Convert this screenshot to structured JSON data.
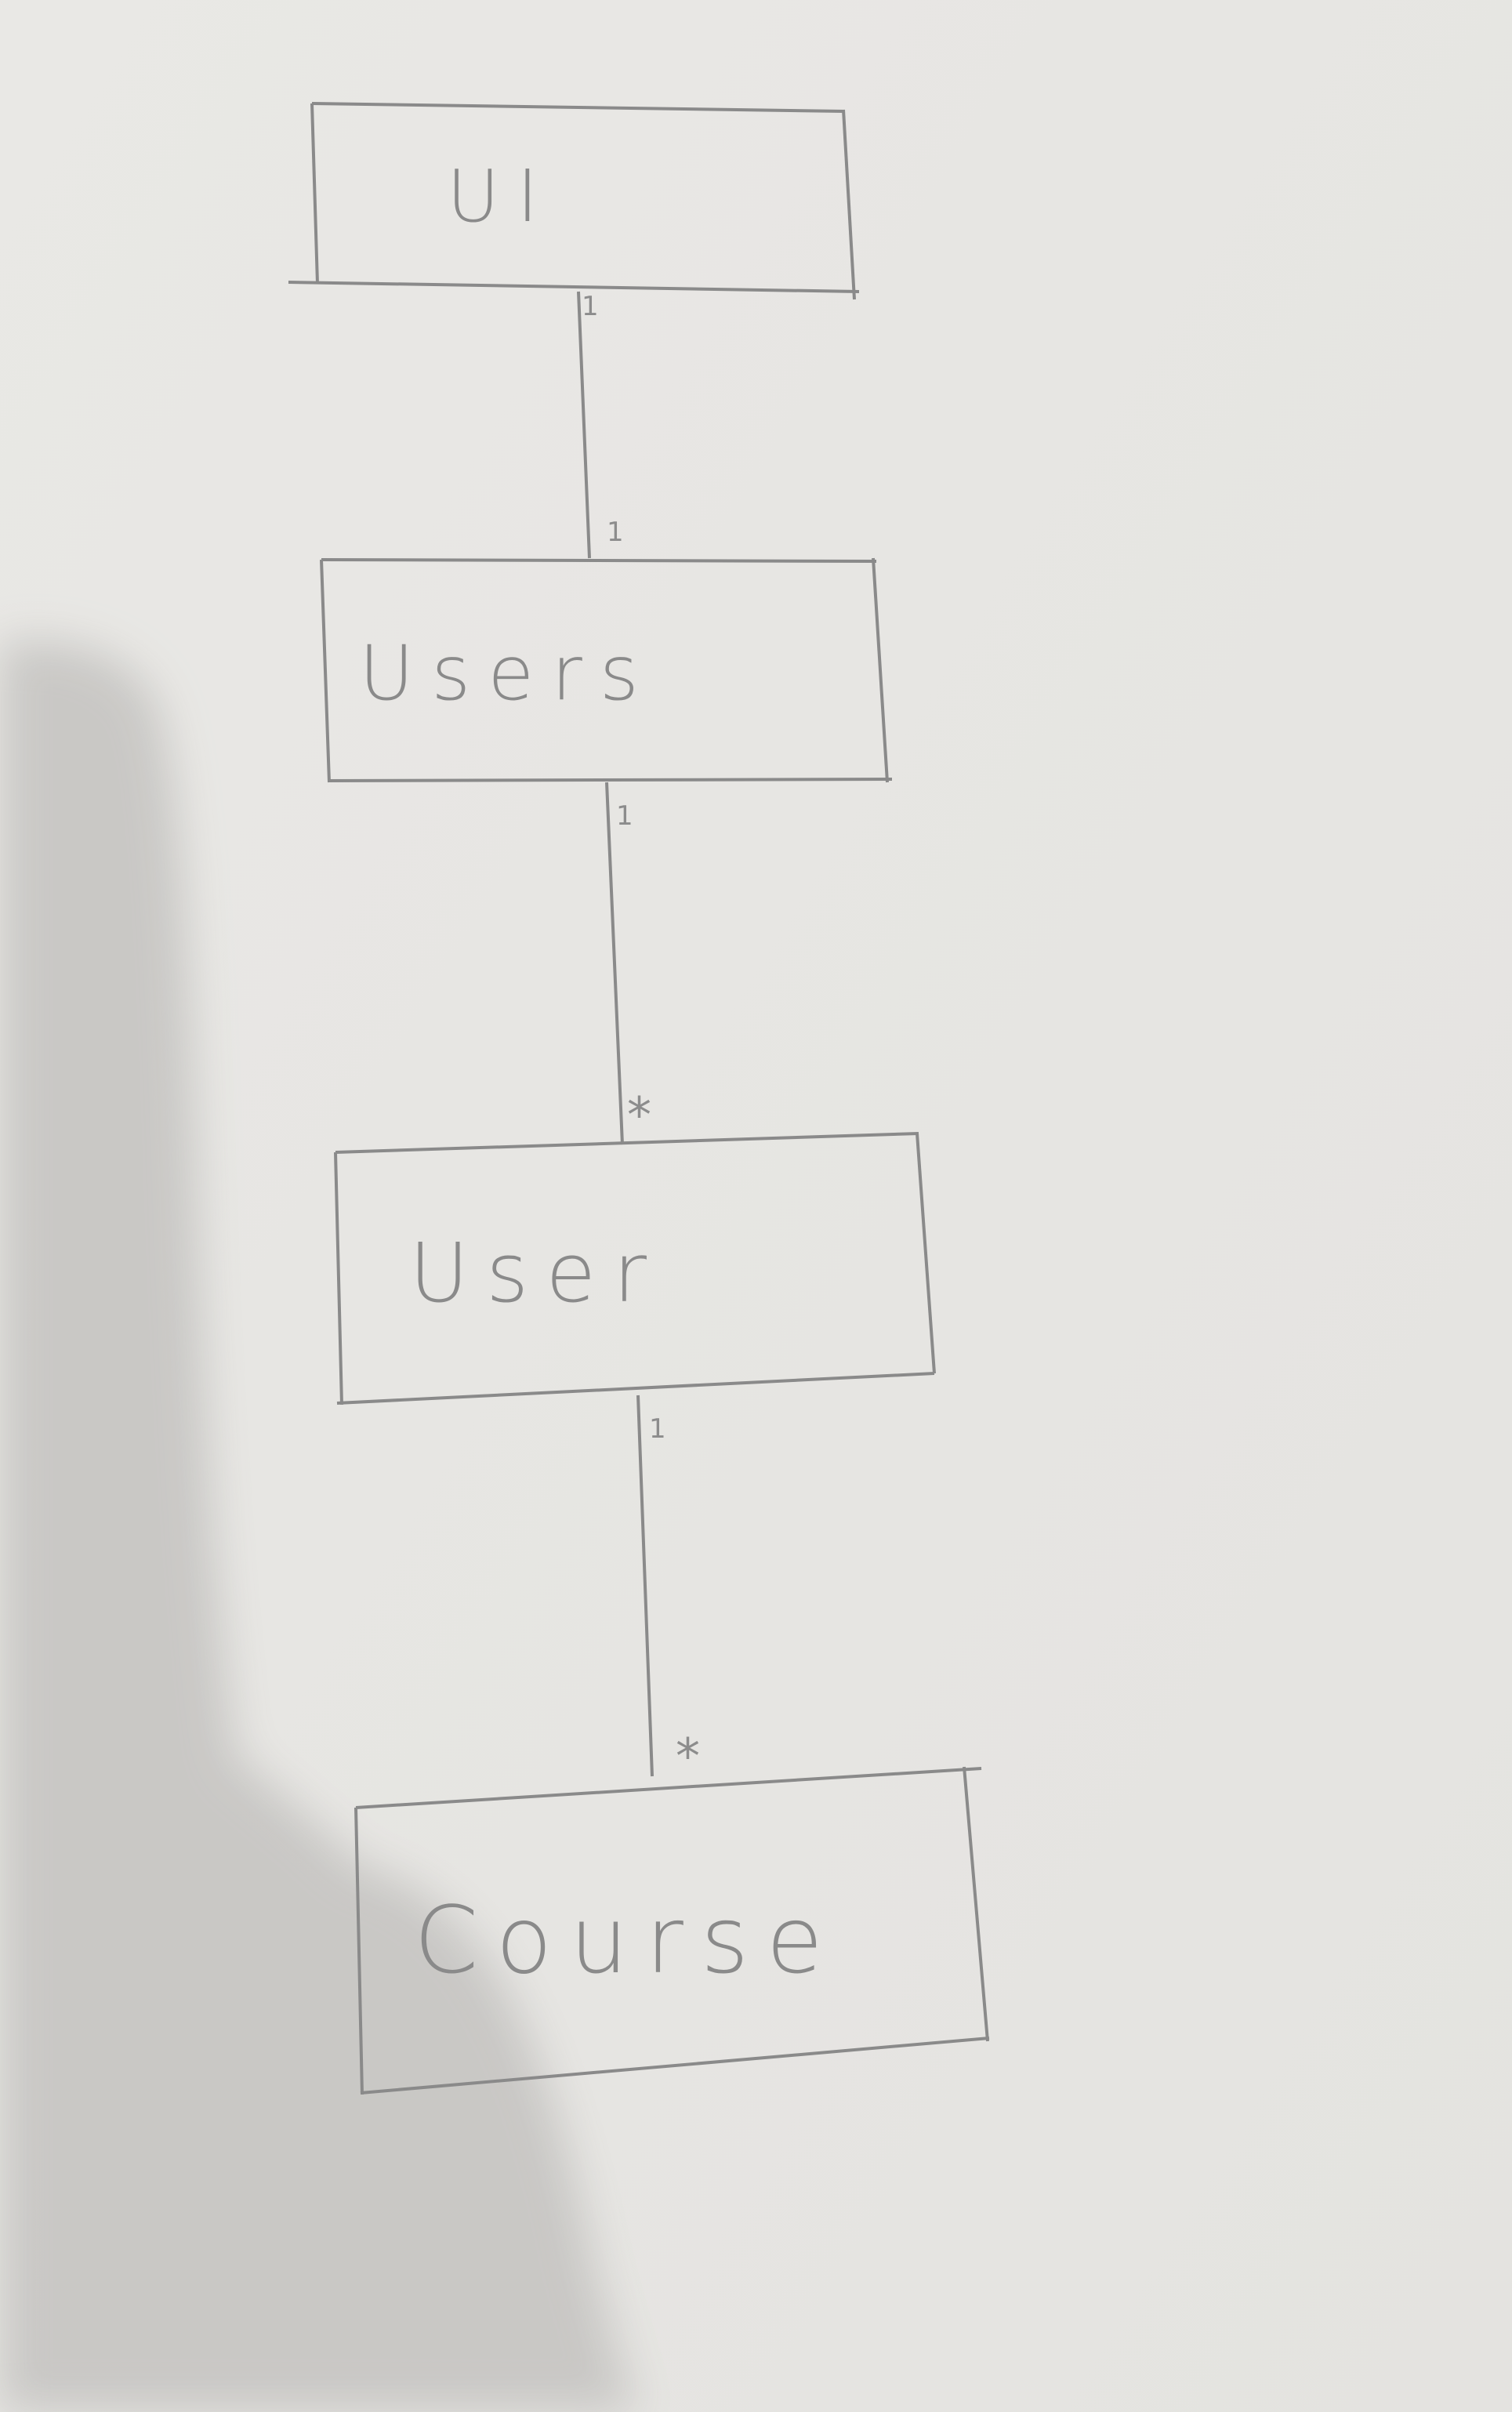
{
  "diagram": {
    "title": "",
    "boxes": [
      {
        "id": "ui",
        "label": "UI"
      },
      {
        "id": "users",
        "label": "Users"
      },
      {
        "id": "user",
        "label": "User"
      },
      {
        "id": "course",
        "label": "Course"
      }
    ],
    "links": [
      {
        "from": "ui",
        "to": "users",
        "from_multiplicity": "1",
        "to_multiplicity": "1"
      },
      {
        "from": "users",
        "to": "user",
        "from_multiplicity": "1",
        "to_multiplicity": "*"
      },
      {
        "from": "user",
        "to": "course",
        "from_multiplicity": "1",
        "to_multiplicity": "*"
      }
    ]
  },
  "colors": {
    "paper": "#e7e6e3",
    "pencil": "#8a8a8a",
    "shadow": "#c9c8c5"
  }
}
